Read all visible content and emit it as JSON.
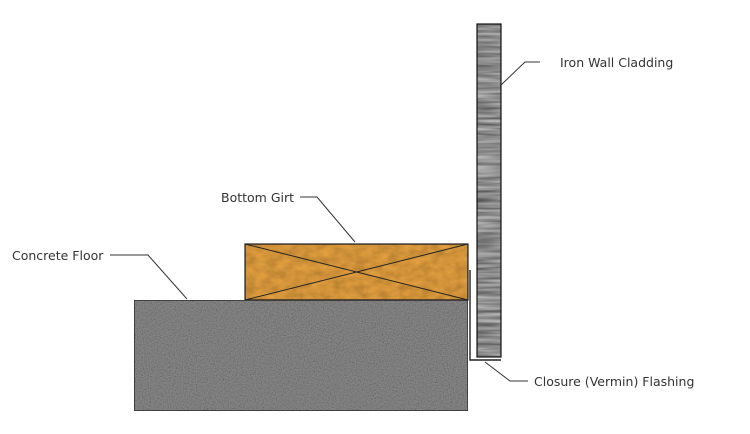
{
  "labels": {
    "wall_cladding": "Iron Wall Cladding",
    "bottom_girt": "Bottom Girt",
    "concrete_floor": "Concrete Floor",
    "flashing": "Closure (Vermin) Flashing"
  },
  "colors": {
    "concrete": "#8e8e8e",
    "timber": "#e3b56a",
    "cladding": "#2a2a2a",
    "outline": "#222222",
    "leader": "#333333"
  }
}
